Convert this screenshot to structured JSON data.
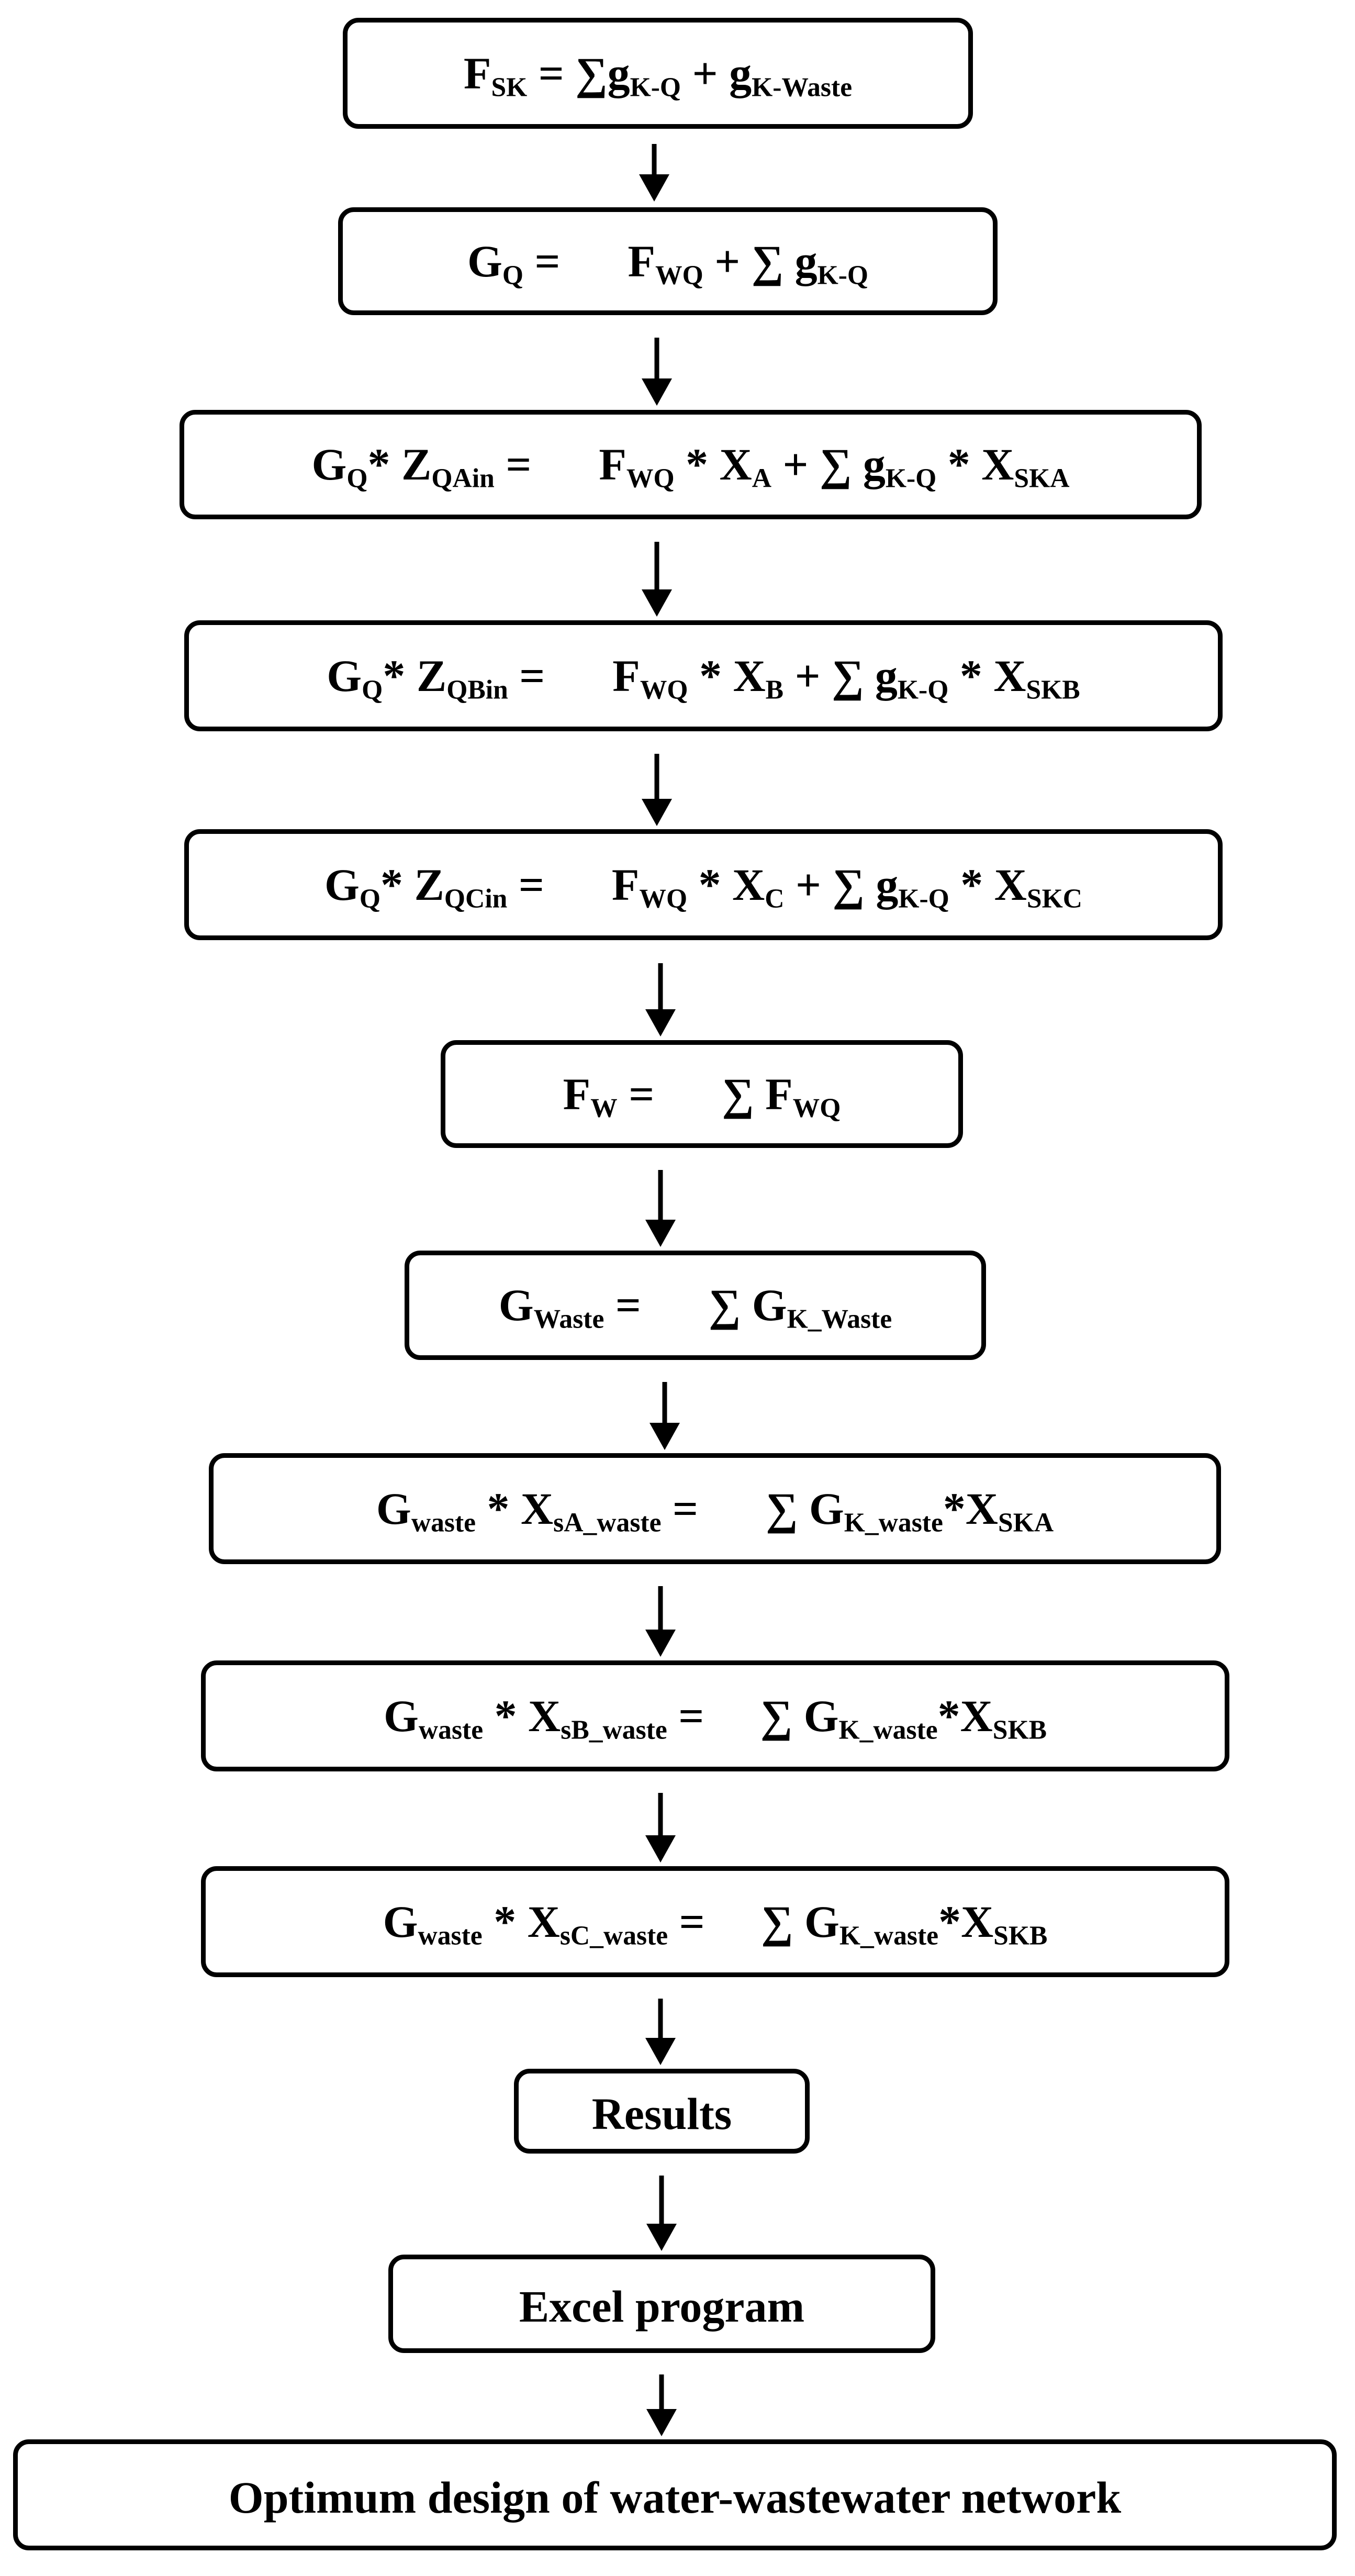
{
  "colors": {
    "background": "#ffffff",
    "box_fill": "#ffffff",
    "box_border": "#000000",
    "text": "#000000",
    "arrow": "#000000"
  },
  "diagram": {
    "type": "flowchart",
    "direction": "top-down",
    "nodes": [
      {
        "id": "fsk",
        "text": "FSK = ∑gK-Q + gK-Waste",
        "segments": [
          {
            "t": "F"
          },
          {
            "t": "SK",
            "sub": true
          },
          {
            "t": " = ∑"
          },
          {
            "t": "g"
          },
          {
            "t": "K-Q",
            "sub": true
          },
          {
            "t": " + "
          },
          {
            "t": "g"
          },
          {
            "t": "K-Waste",
            "sub": true
          }
        ]
      },
      {
        "id": "gq",
        "text": "GQ =      FWQ + ∑ gK-Q",
        "segments": [
          {
            "t": "G"
          },
          {
            "t": "Q",
            "sub": true
          },
          {
            "t": " =      "
          },
          {
            "t": "F"
          },
          {
            "t": "WQ",
            "sub": true
          },
          {
            "t": " + ∑ "
          },
          {
            "t": "g"
          },
          {
            "t": "K-Q",
            "sub": true
          }
        ]
      },
      {
        "id": "gq-zqain",
        "text": "GQ* ZQAin =      FWQ * XA + ∑ gK-Q * XSKA",
        "segments": [
          {
            "t": "G"
          },
          {
            "t": "Q",
            "sub": true
          },
          {
            "t": "* "
          },
          {
            "t": "Z"
          },
          {
            "t": "QAin",
            "sub": true
          },
          {
            "t": " =      "
          },
          {
            "t": "F"
          },
          {
            "t": "WQ",
            "sub": true
          },
          {
            "t": " * "
          },
          {
            "t": "X"
          },
          {
            "t": "A",
            "sub": true
          },
          {
            "t": " + ∑ "
          },
          {
            "t": "g"
          },
          {
            "t": "K-Q",
            "sub": true
          },
          {
            "t": " * "
          },
          {
            "t": "X"
          },
          {
            "t": "SKA",
            "sub": true
          }
        ]
      },
      {
        "id": "gq-zqbin",
        "text": "GQ* ZQBin =      FWQ * XB + ∑ gK-Q * XSKB",
        "segments": [
          {
            "t": "G"
          },
          {
            "t": "Q",
            "sub": true
          },
          {
            "t": "* "
          },
          {
            "t": "Z"
          },
          {
            "t": "QBin",
            "sub": true
          },
          {
            "t": " =      "
          },
          {
            "t": "F"
          },
          {
            "t": "WQ",
            "sub": true
          },
          {
            "t": " * "
          },
          {
            "t": "X"
          },
          {
            "t": "B",
            "sub": true
          },
          {
            "t": " + ∑ "
          },
          {
            "t": "g"
          },
          {
            "t": "K-Q",
            "sub": true
          },
          {
            "t": " * "
          },
          {
            "t": "X"
          },
          {
            "t": "SKB",
            "sub": true
          }
        ]
      },
      {
        "id": "gq-zqcin",
        "text": "GQ* ZQCin =      FWQ * XC + ∑ gK-Q * XSKC",
        "segments": [
          {
            "t": "G"
          },
          {
            "t": "Q",
            "sub": true
          },
          {
            "t": "* "
          },
          {
            "t": "Z"
          },
          {
            "t": "QCin",
            "sub": true
          },
          {
            "t": " =      "
          },
          {
            "t": "F"
          },
          {
            "t": "WQ",
            "sub": true
          },
          {
            "t": " * "
          },
          {
            "t": "X"
          },
          {
            "t": "C",
            "sub": true
          },
          {
            "t": " + ∑ "
          },
          {
            "t": "g"
          },
          {
            "t": "K-Q",
            "sub": true
          },
          {
            "t": " * "
          },
          {
            "t": "X"
          },
          {
            "t": "SKC",
            "sub": true
          }
        ]
      },
      {
        "id": "fw",
        "text": "FW =      ∑ FWQ",
        "segments": [
          {
            "t": "F"
          },
          {
            "t": "W",
            "sub": true
          },
          {
            "t": " =      ∑ "
          },
          {
            "t": "F"
          },
          {
            "t": "WQ",
            "sub": true
          }
        ]
      },
      {
        "id": "gwaste",
        "text": "GWaste =      ∑ GK_Waste",
        "segments": [
          {
            "t": "G"
          },
          {
            "t": "Waste",
            "sub": true
          },
          {
            "t": " =      ∑ "
          },
          {
            "t": "G"
          },
          {
            "t": "K_Waste",
            "sub": true
          }
        ]
      },
      {
        "id": "gwaste-xsa",
        "text": "Gwaste * XsA_waste =      ∑ GK_waste*XSKA",
        "segments": [
          {
            "t": "G"
          },
          {
            "t": "waste",
            "sub": true
          },
          {
            "t": " * "
          },
          {
            "t": "X"
          },
          {
            "t": "sA_waste",
            "sub": true
          },
          {
            "t": " =      ∑ "
          },
          {
            "t": "G"
          },
          {
            "t": "K_waste",
            "sub": true
          },
          {
            "t": "*"
          },
          {
            "t": "X"
          },
          {
            "t": "SKA",
            "sub": true
          }
        ]
      },
      {
        "id": "gwaste-xsb",
        "text": "Gwaste * XsB_waste =     ∑ GK_waste*XSKB",
        "segments": [
          {
            "t": "G"
          },
          {
            "t": "waste",
            "sub": true
          },
          {
            "t": " * "
          },
          {
            "t": "X"
          },
          {
            "t": "sB_waste",
            "sub": true
          },
          {
            "t": " =     ∑ "
          },
          {
            "t": "G"
          },
          {
            "t": "K_waste",
            "sub": true
          },
          {
            "t": "*"
          },
          {
            "t": "X"
          },
          {
            "t": "SKB",
            "sub": true
          }
        ]
      },
      {
        "id": "gwaste-xsc",
        "text": "Gwaste * XsC_waste =     ∑ GK_waste*XSKB",
        "segments": [
          {
            "t": "G"
          },
          {
            "t": "waste",
            "sub": true
          },
          {
            "t": " * "
          },
          {
            "t": "X"
          },
          {
            "t": "sC_waste",
            "sub": true
          },
          {
            "t": " =     ∑ "
          },
          {
            "t": "G"
          },
          {
            "t": "K_waste",
            "sub": true
          },
          {
            "t": "*"
          },
          {
            "t": "X"
          },
          {
            "t": "SKB",
            "sub": true
          }
        ]
      },
      {
        "id": "results",
        "text": "Results",
        "segments": [
          {
            "t": "Results"
          }
        ]
      },
      {
        "id": "excel-program",
        "text": "Excel program",
        "segments": [
          {
            "t": "Excel program"
          }
        ]
      },
      {
        "id": "optimum-design",
        "text": "Optimum design of water-wastewater network",
        "segments": [
          {
            "t": "Optimum design of water-wastewater network"
          }
        ]
      }
    ],
    "edges": [
      {
        "from": "fsk",
        "to": "gq"
      },
      {
        "from": "gq",
        "to": "gq-zqain"
      },
      {
        "from": "gq-zqain",
        "to": "gq-zqbin"
      },
      {
        "from": "gq-zqbin",
        "to": "gq-zqcin"
      },
      {
        "from": "gq-zqcin",
        "to": "fw"
      },
      {
        "from": "fw",
        "to": "gwaste"
      },
      {
        "from": "gwaste",
        "to": "gwaste-xsa"
      },
      {
        "from": "gwaste-xsa",
        "to": "gwaste-xsb"
      },
      {
        "from": "gwaste-xsb",
        "to": "gwaste-xsc"
      },
      {
        "from": "gwaste-xsc",
        "to": "results"
      },
      {
        "from": "results",
        "to": "excel-program"
      },
      {
        "from": "excel-program",
        "to": "optimum-design"
      }
    ]
  }
}
